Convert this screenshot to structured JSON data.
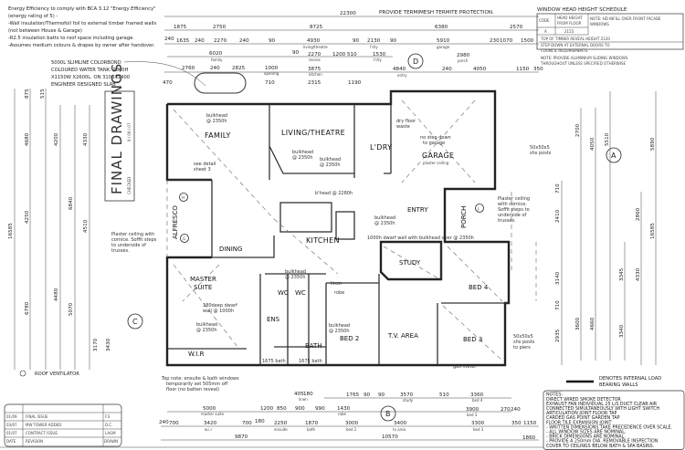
{
  "notes": {
    "energy": [
      "Energy Efficiency to comply with BCA 3.12 \"Energy Efficiency\"",
      "(energy rating of 5) -",
      "-Wall insulation/Thermofoil foil to external timber framed walls",
      "(not between House & Garage)",
      "-R2.5 insulation batts to roof space including garage.",
      "-Assumes medium colours & drapes by owner after handover."
    ],
    "tank": [
      "5000L SLIMLINE COLORBOND",
      "COLOURED WATER TANK. 1860H",
      "X1150W X2600L. ON 3100X1400",
      "ENGINEER DESIGNED SLAB"
    ],
    "termite": "PROVIDE TERMIMESH TERMITE PROTECTION.",
    "plaster_left": [
      "Plaster ceiling with",
      "cornice. Soffit steps",
      "to underside of",
      "trusses."
    ],
    "plaster_right": [
      "Plaster ceiling",
      "with cornice.",
      "Soffit steps to",
      "underside of",
      "trusses."
    ],
    "ensuite_note": [
      "Top  note: ensuite & bath windows",
      "temporarily set 505mm off",
      "floor (no batten reveal)"
    ],
    "roof_ventilator": "ROOF VENTILATOR",
    "load_bearing": [
      "DENOTES INTERNAL LOAD",
      "BEARING WALLS"
    ]
  },
  "window_schedule": {
    "title": "WINDOW HEAD HEIGHT SCHEDULE",
    "col_code": "CODE",
    "col_head": [
      "HEAD HEIGHT",
      "FROM FLOOR"
    ],
    "note_hd": [
      "NOTE: HD INFILL OVER FRONT FACADE",
      "WINDOWS"
    ],
    "row_code": "A",
    "row_value": "2155",
    "reveal": "TOP OF TIMBER REVEAL HEIGHT 2120",
    "step": [
      "STEP DOWN AT EXTERNAL DOORS TO",
      "COUNCIL REQUIREMENTS."
    ],
    "provide": [
      "NOTE: PROVIDE ALUMINIUM SLIDING WINDOWS",
      "THROUGHOUT UNLESS SPECIFIED OTHERWISE"
    ]
  },
  "stamp": {
    "title": "FINAL DRAWINGS",
    "checked": "CHECKED",
    "date": "9 / 09 / 07"
  },
  "rooms": {
    "family": "FAMILY",
    "living": "LIVING/THEATRE",
    "laundry": "L'DRY",
    "garage": "GARAGE",
    "garage_sub": "plaster ceiling",
    "entry": "ENTRY",
    "porch": "PORCH",
    "alfresco": "ALFRESCO",
    "dining": "DINING",
    "kitchen": "KITCHEN",
    "study": "STUDY",
    "bed4": "BED 4",
    "master": [
      "MASTER",
      "SUITE"
    ],
    "ens": "ENS",
    "wc1": "WC",
    "wc2": "WC",
    "bath": "BATH",
    "bed2": "BED 2",
    "tv": "T.V. AREA",
    "bed3": "BED 3",
    "wir": "W.I.R"
  },
  "annotations": {
    "bulkhead": "bulkhead",
    "b2350": "@ 2350h",
    "b2280": "b'head @ 2280h",
    "dry_floor": [
      "dry floor",
      "waste"
    ],
    "no_step": [
      "no step down",
      "to garage"
    ],
    "posts": [
      "50x50x5",
      "shs posts"
    ],
    "posts2": [
      "50x50x5",
      "shs posts",
      "to piers"
    ],
    "dwarf_master": [
      "180deep dwarf",
      "wall @ 1000h"
    ],
    "dwarf_study": "1000h dwarf wall with bulkhead over @ 2350h",
    "see_detail": [
      "see detail",
      "sheet 3"
    ],
    "bath1675": "1675 bath",
    "linen": "linen",
    "robe": "robe",
    "gas_meter": "gas meter"
  },
  "grid_markers": [
    "A",
    "B",
    "C",
    "D",
    "G",
    "H",
    "J"
  ],
  "dims": {
    "top": [
      "22300",
      "1875",
      "2750",
      "8725",
      "6380",
      "2570",
      "240",
      "1635",
      "240",
      "2270",
      "240",
      "90",
      "4930",
      "90",
      "2130",
      "90",
      "5910",
      "230",
      "1070",
      "1500",
      "6020",
      "90",
      "2270",
      "1200",
      "510",
      "1530",
      "2980",
      "2760",
      "240",
      "2825",
      "1000",
      "3875",
      "4840",
      "240",
      "4050",
      "1150",
      "350",
      "470",
      "710",
      "2315",
      "1190"
    ],
    "top_labels": [
      "living/theatre",
      "l'dry",
      "garage",
      "family",
      "recess",
      "l'dry",
      "porch",
      "opening",
      "kitchen",
      "entry"
    ],
    "bottom": [
      "405",
      "180",
      "1765",
      "90",
      "90",
      "3570",
      "510",
      "3360",
      "5000",
      "1200",
      "850",
      "900",
      "990",
      "1430",
      "3900",
      "270",
      "240",
      "240",
      "700",
      "3420",
      "700",
      "180",
      "2250",
      "1870",
      "3000",
      "3400",
      "3300",
      "350",
      "1150",
      "9870",
      "10570",
      "1860"
    ],
    "bottom_labels": [
      "linen",
      "study",
      "bed 4",
      "master suite",
      "robe",
      "bed 3",
      "w.i.r",
      "ensuite",
      "bath",
      "bed 2",
      "tv area",
      "bed 3"
    ],
    "left": [
      "16585",
      "4680",
      "4250",
      "6780",
      "875",
      "515",
      "4200",
      "6840",
      "4330",
      "4510",
      "4480",
      "5070",
      "3170",
      "3430"
    ],
    "right": [
      "2935",
      "3140",
      "2410",
      "710",
      "710",
      "5890",
      "16585",
      "5510",
      "4050",
      "2700",
      "2860",
      "4330",
      "3345",
      "3340",
      "3600",
      "4660"
    ]
  },
  "revisions": {
    "rows": [
      {
        "date": "01/09",
        "text": "FINAL ISSUE",
        "by": "F.S"
      },
      {
        "date": "03/07",
        "text": "MW TOWER ADDED",
        "by": "D.C."
      },
      {
        "date": "01/07",
        "text": "CONTRACT ISSUE.",
        "by": "LAGM"
      }
    ],
    "header": {
      "date": "DATE",
      "text": "REVISION",
      "by": "DRAWN"
    }
  },
  "notes_box": {
    "title": "NOTES:",
    "lines": [
      "DIRECT WIRED SMOKE DETECTOR",
      "EXHAUST FAN INDIVIDUAL 25 L/S DUCT CLEAR AIR",
      "CONNECTED SIMULTANEOUSLY WITH LIGHT SWITCH",
      "ARTICULATION JOINT        FLOOR TAP",
      "CARDED GAS POINT           GARDEN TAP",
      "FLOOR TILE EXPANSION JOINT",
      "- WRITTEN DIMENSIONS TAKE PRECEDENCE OVER SCALE.",
      "- ALL WINDOW SIZES ARE NOMINAL.",
      "- BRICK DIMENSIONS ARE NOMINAL.",
      "- PROVIDE A 250mm DIA. REMOVABLE INSPECTION",
      "  COVER TO CEILINGS BELOW BATH & SPA BASINS."
    ]
  }
}
